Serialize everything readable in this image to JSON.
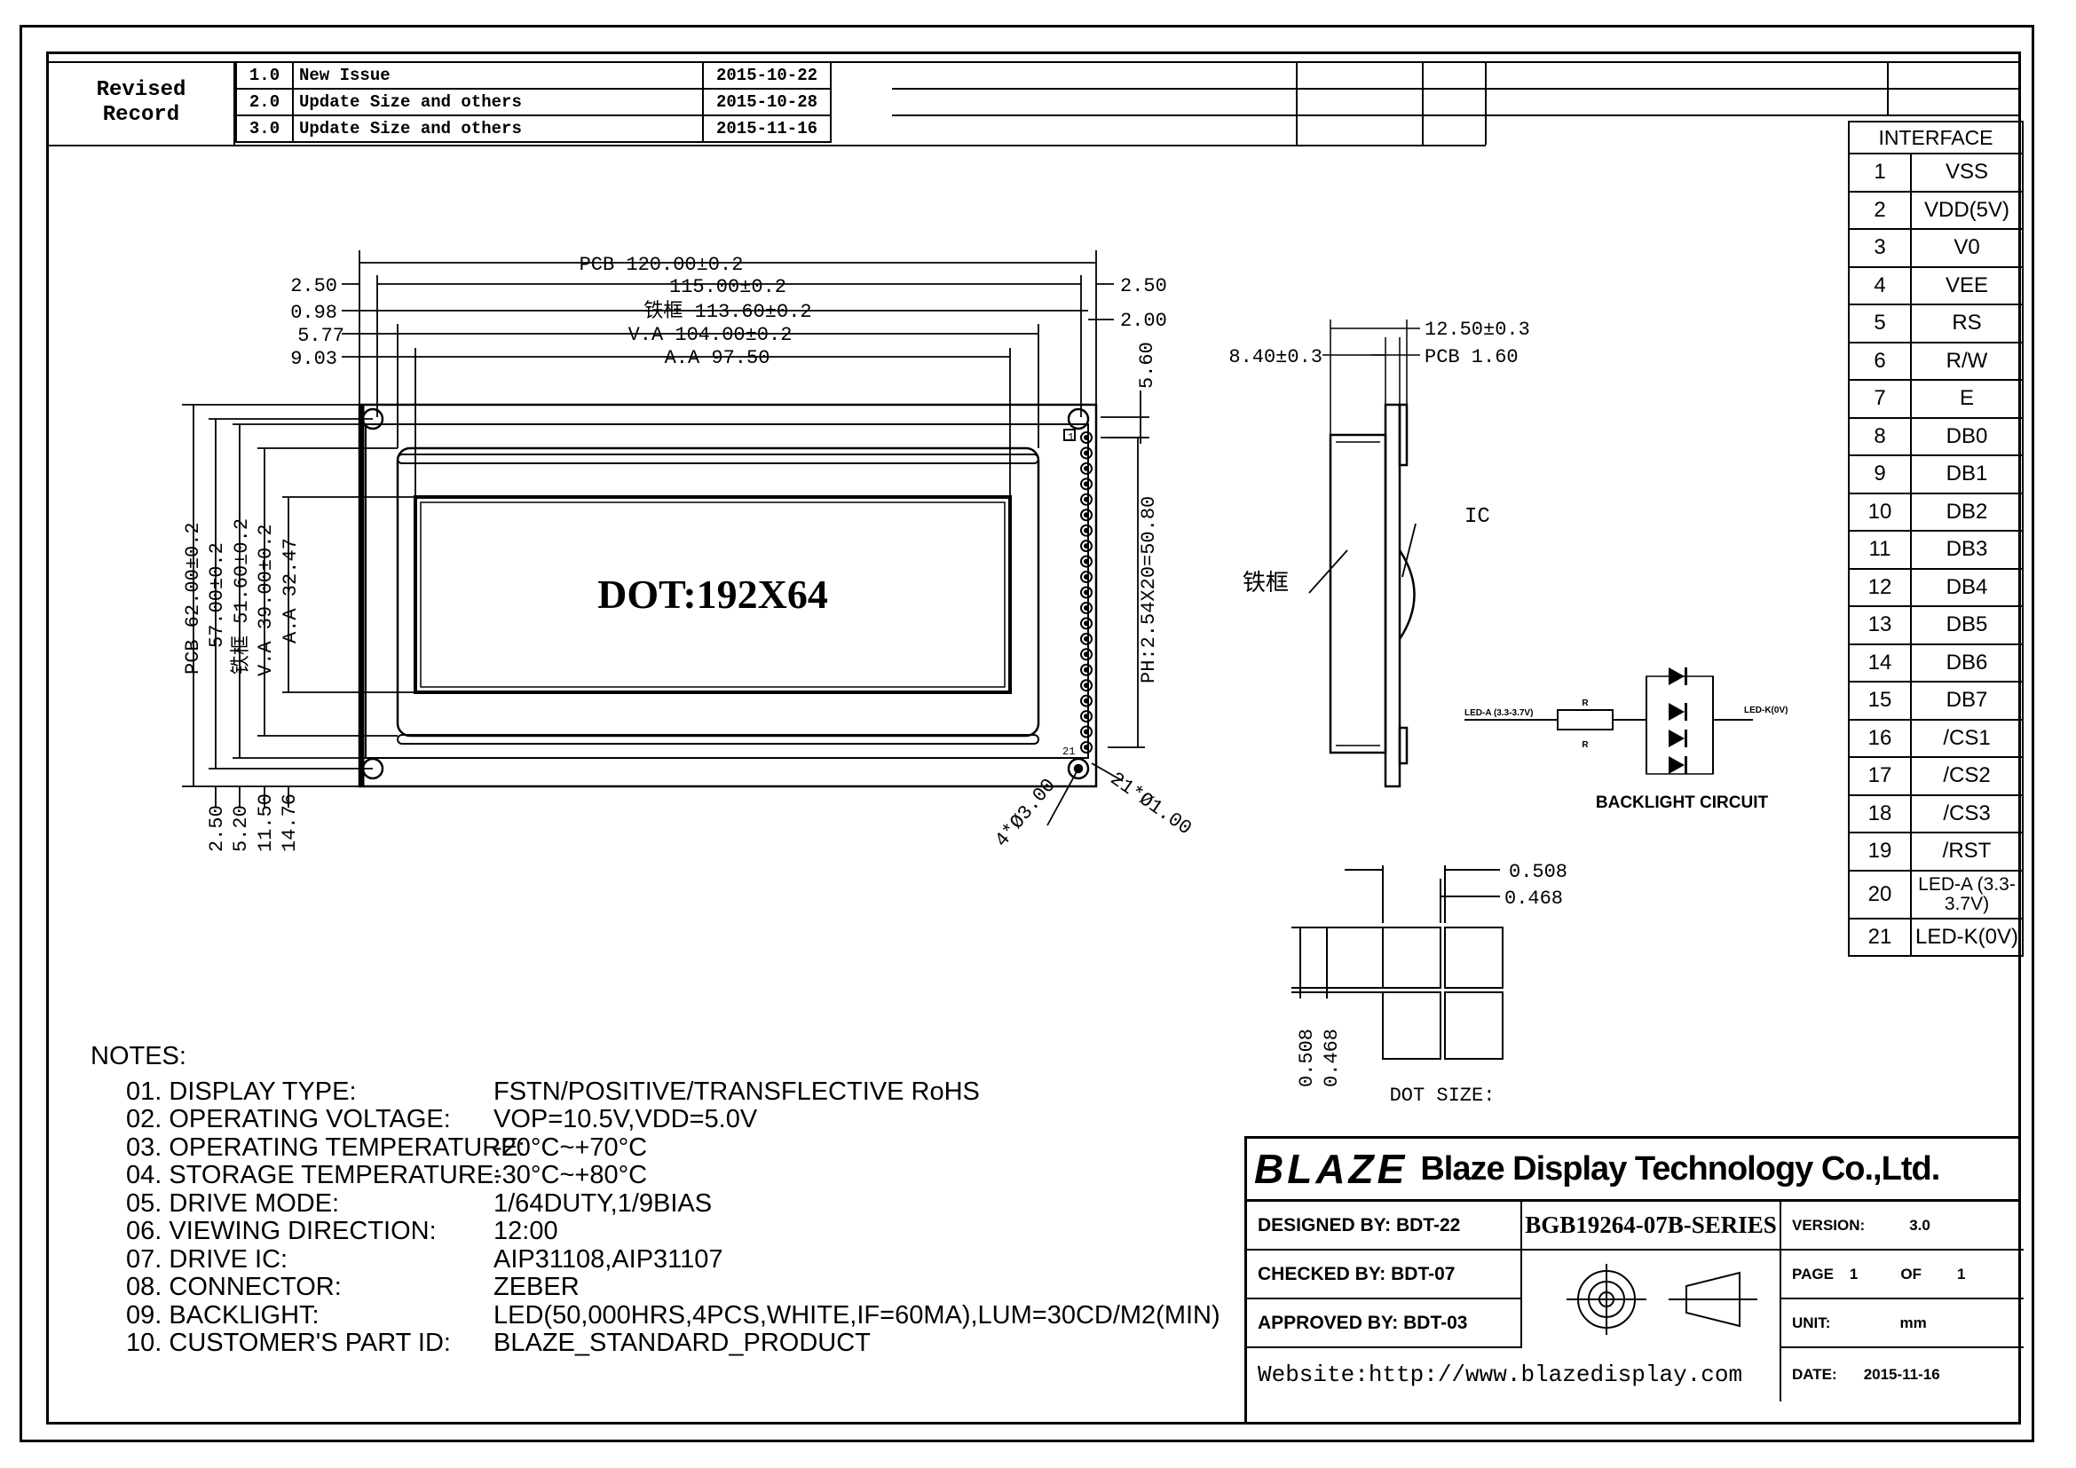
{
  "revision": {
    "label": "Revised Record",
    "rows": [
      {
        "no": "1.0",
        "desc": "New Issue",
        "date": "2015-10-22"
      },
      {
        "no": "2.0",
        "desc": "Update Size and others",
        "date": "2015-10-28"
      },
      {
        "no": "3.0",
        "desc": "Update Size and others",
        "date": "2015-11-16"
      }
    ]
  },
  "front_view": {
    "top_dims": [
      "PCB 120.00±0.2",
      "115.00±0.2",
      "铁框 113.60±0.2",
      "V.A 104.00±0.2",
      "A.A 97.50"
    ],
    "left_offsets": [
      "2.50",
      "0.98",
      "5.77",
      "9.03"
    ],
    "right_offsets": [
      "2.50",
      "2.00"
    ],
    "right_top_dim": "5.60",
    "left_dims": [
      "PCB 62.00±0.2",
      "57.00±0.2",
      "铁框 51.60±0.2",
      "V.A 39.00±0.2",
      "A.A 32.47"
    ],
    "bottom_offsets": [
      "2.50",
      "5.20",
      "11.50",
      "14.76"
    ],
    "pitch": "PH:2.54X20=50.80",
    "display_text": "DOT:192X64",
    "hole_label": "4*Ø3.00",
    "pin_label": "21*Ø1.00",
    "pin_first": "1",
    "pin_last": "21"
  },
  "side_view": {
    "dim_top": "12.50±0.3",
    "dim_left": "8.40±0.3",
    "dim_pcb": "PCB 1.60",
    "label_frame": "铁框",
    "label_ic": "IC"
  },
  "backlight": {
    "anode": "LED-A (3.3-3.7V)",
    "cathode": "LED-K(0V)",
    "r_top": "R",
    "r_bottom": "R",
    "caption": "BACKLIGHT  CIRCUIT"
  },
  "dot_size": {
    "pitch": "0.508",
    "width": "0.468",
    "v_pitch": "0.508",
    "v_width": "0.468",
    "caption": "DOT SIZE:"
  },
  "interface": {
    "title": "INTERFACE",
    "pins": [
      {
        "n": "1",
        "s": "VSS"
      },
      {
        "n": "2",
        "s": "VDD(5V)"
      },
      {
        "n": "3",
        "s": "V0"
      },
      {
        "n": "4",
        "s": "VEE"
      },
      {
        "n": "5",
        "s": "RS"
      },
      {
        "n": "6",
        "s": "R/W"
      },
      {
        "n": "7",
        "s": "E"
      },
      {
        "n": "8",
        "s": "DB0"
      },
      {
        "n": "9",
        "s": "DB1"
      },
      {
        "n": "10",
        "s": "DB2"
      },
      {
        "n": "11",
        "s": "DB3"
      },
      {
        "n": "12",
        "s": "DB4"
      },
      {
        "n": "13",
        "s": "DB5"
      },
      {
        "n": "14",
        "s": "DB6"
      },
      {
        "n": "15",
        "s": "DB7"
      },
      {
        "n": "16",
        "s": "/CS1"
      },
      {
        "n": "17",
        "s": "/CS2"
      },
      {
        "n": "18",
        "s": "/CS3"
      },
      {
        "n": "19",
        "s": "/RST"
      },
      {
        "n": "20",
        "s": "LED-A (3.3-3.7V)"
      },
      {
        "n": "21",
        "s": "LED-K(0V)"
      }
    ]
  },
  "notes": {
    "title": "NOTES:",
    "items": [
      {
        "k": "01. DISPLAY TYPE:",
        "v": "FSTN/POSITIVE/TRANSFLECTIVE RoHS"
      },
      {
        "k": "02. OPERATING VOLTAGE:",
        "v": "VOP=10.5V,VDD=5.0V"
      },
      {
        "k": "03. OPERATING TEMPERATURE:",
        "v": "-20°C~+70°C"
      },
      {
        "k": "04. STORAGE TEMPERATURE:",
        "v": "-30°C~+80°C"
      },
      {
        "k": "05. DRIVE MODE:",
        "v": "1/64DUTY,1/9BIAS"
      },
      {
        "k": "06. VIEWING DIRECTION:",
        "v": "12:00"
      },
      {
        "k": "07. DRIVE IC:",
        "v": "AIP31108,AIP31107"
      },
      {
        "k": "08. CONNECTOR:",
        "v": "ZEBER"
      },
      {
        "k": "09. BACKLIGHT:",
        "v": "LED(50,000HRS,4PCS,WHITE,IF=60MA),LUM=30CD/M2(MIN)"
      },
      {
        "k": "10. CUSTOMER'S PART ID:",
        "v": "BLAZE_STANDARD_PRODUCT"
      }
    ]
  },
  "title_block": {
    "logo": "BLAZE",
    "company": "Blaze Display Technology Co.,Ltd.",
    "designed": "DESIGNED BY: BDT-22",
    "checked": "CHECKED BY: BDT-07",
    "approved": "APPROVED BY: BDT-03",
    "part_no": "BGB19264-07B-SERIES",
    "version_label": "VERSION:",
    "version": "3.0",
    "page_label": "PAGE",
    "page": "1",
    "of_label": "OF",
    "of": "1",
    "unit_label": "UNIT:",
    "unit": "mm",
    "date_label": "DATE:",
    "date": "2015-11-16",
    "website": "Website:http://www.blazedisplay.com"
  }
}
